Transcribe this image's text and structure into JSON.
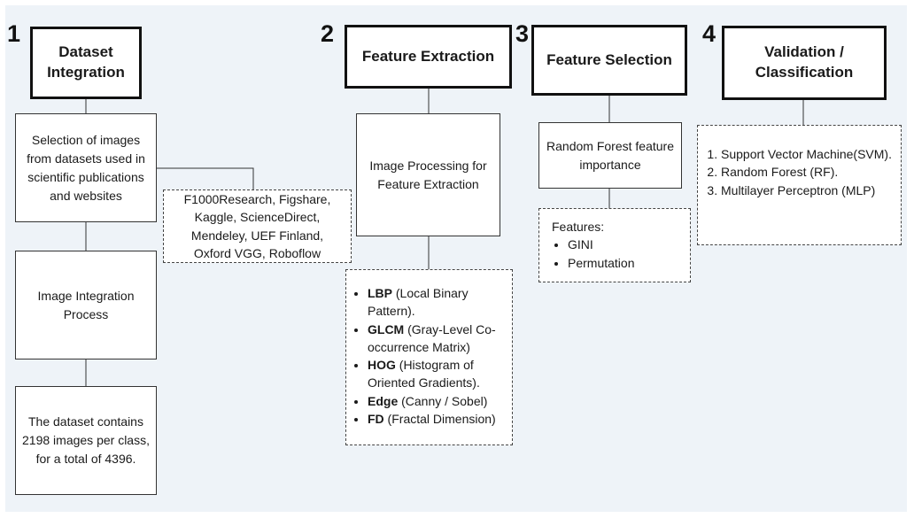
{
  "columns": [
    {
      "number": "1",
      "title_line1": "Dataset",
      "title_line2": "Integration",
      "box1": "Selection of images from datasets used in scientific publications and websites",
      "sources": "F1000Research, Figshare, Kaggle, ScienceDirect, Mendeley, UEF Finland, Oxford VGG, Roboflow",
      "box2": "Image Integration Process",
      "box3": "The dataset contains 2198 images per class, for a total of 4396."
    },
    {
      "number": "2",
      "title": "Feature Extraction",
      "box1": "Image Processing for Feature Extraction",
      "features": [
        {
          "abbr": "LBP",
          "desc": " (Local Binary Pattern)."
        },
        {
          "abbr": "GLCM",
          "desc": " (Gray-Level Co-occurrence Matrix)"
        },
        {
          "abbr": "HOG",
          "desc": " (Histogram of Oriented Gradients)."
        },
        {
          "abbr": "Edge",
          "desc": " (Canny / Sobel)"
        },
        {
          "abbr": "FD",
          "desc": " (Fractal Dimension)"
        }
      ]
    },
    {
      "number": "3",
      "title": "Feature Selection",
      "box1": "Random Forest feature importance",
      "features_label": "Features:",
      "features": [
        "GINI",
        "Permutation"
      ]
    },
    {
      "number": "4",
      "title_line1": "Validation /",
      "title_line2": "Classification",
      "classifiers": [
        "Support Vector Machine(SVM).",
        "Random Forest (RF).",
        "Multilayer Perceptron  (MLP)"
      ]
    }
  ],
  "colors": {
    "background": "#eef3f8",
    "box_fill": "#ffffff",
    "border": "#111111"
  }
}
